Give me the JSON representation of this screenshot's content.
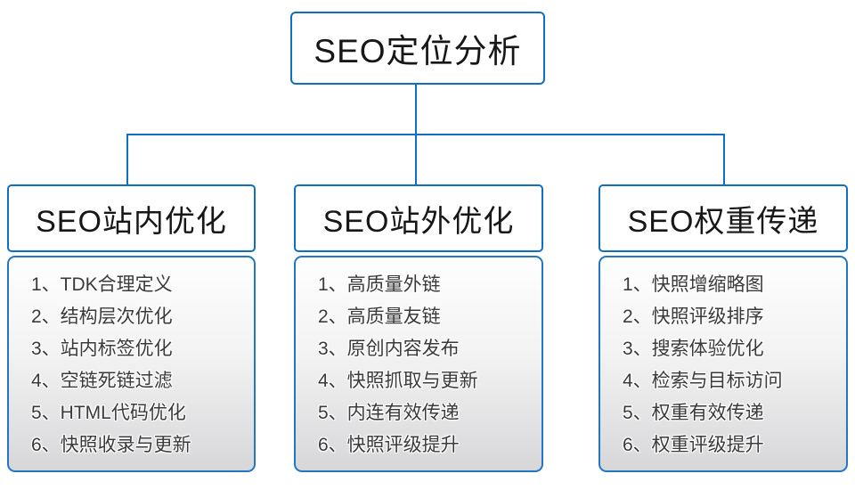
{
  "diagram": {
    "root": {
      "label": "SEO定位分析"
    },
    "columns": [
      {
        "title": "SEO站内优化",
        "items": [
          "1、TDK合理定义",
          "2、结构层次优化",
          "3、站内标签优化",
          "4、空链死链过滤",
          "5、HTML代码优化",
          "6、快照收录与更新"
        ]
      },
      {
        "title": "SEO站外优化",
        "items": [
          "1、高质量外链",
          "2、高质量友链",
          "3、原创内容发布",
          "4、快照抓取与更新",
          "5、内连有效传递",
          "6、快照评级提升"
        ]
      },
      {
        "title": "SEO权重传递",
        "items": [
          "1、快照增缩略图",
          "2、快照评级排序",
          "3、搜索体验优化",
          "4、检索与目标访问",
          "5、权重有效传递",
          "6、权重评级提升"
        ]
      }
    ],
    "colors": {
      "connector_line": "#0f6fc0",
      "box_border": "#0f6fc0",
      "panel_gradient_top": "#fefefe",
      "panel_gradient_bottom": "#d7d7d9",
      "title_text": "#171717",
      "item_text": "#3a3a3a"
    }
  }
}
